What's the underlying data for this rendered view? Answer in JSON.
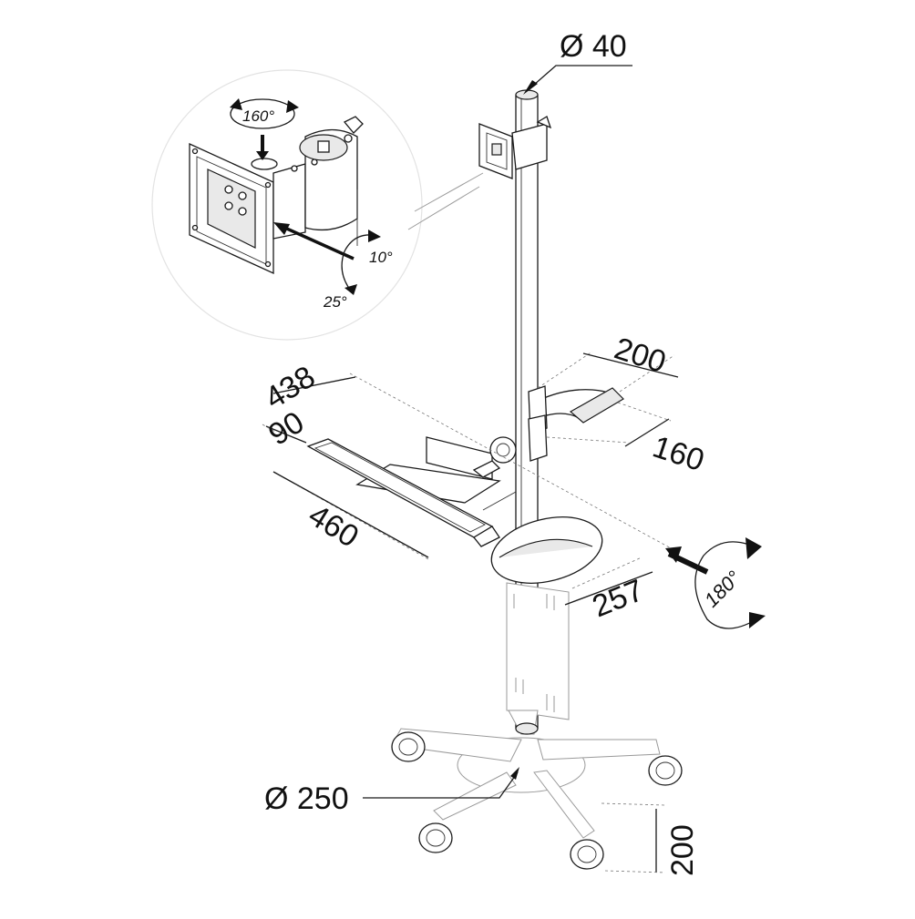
{
  "dimensions": {
    "pole_diameter": "Ø 40",
    "base_diameter": "Ø 250",
    "holder_length": "200",
    "holder_depth": "160",
    "tray_length": "438",
    "mouse_depth": "90",
    "keyboard_length": "460",
    "seat_offset": "257",
    "base_height": "200"
  },
  "angles": {
    "swivel": "160°",
    "tilt_up": "10°",
    "tilt_down": "25°",
    "rotation": "180°"
  }
}
